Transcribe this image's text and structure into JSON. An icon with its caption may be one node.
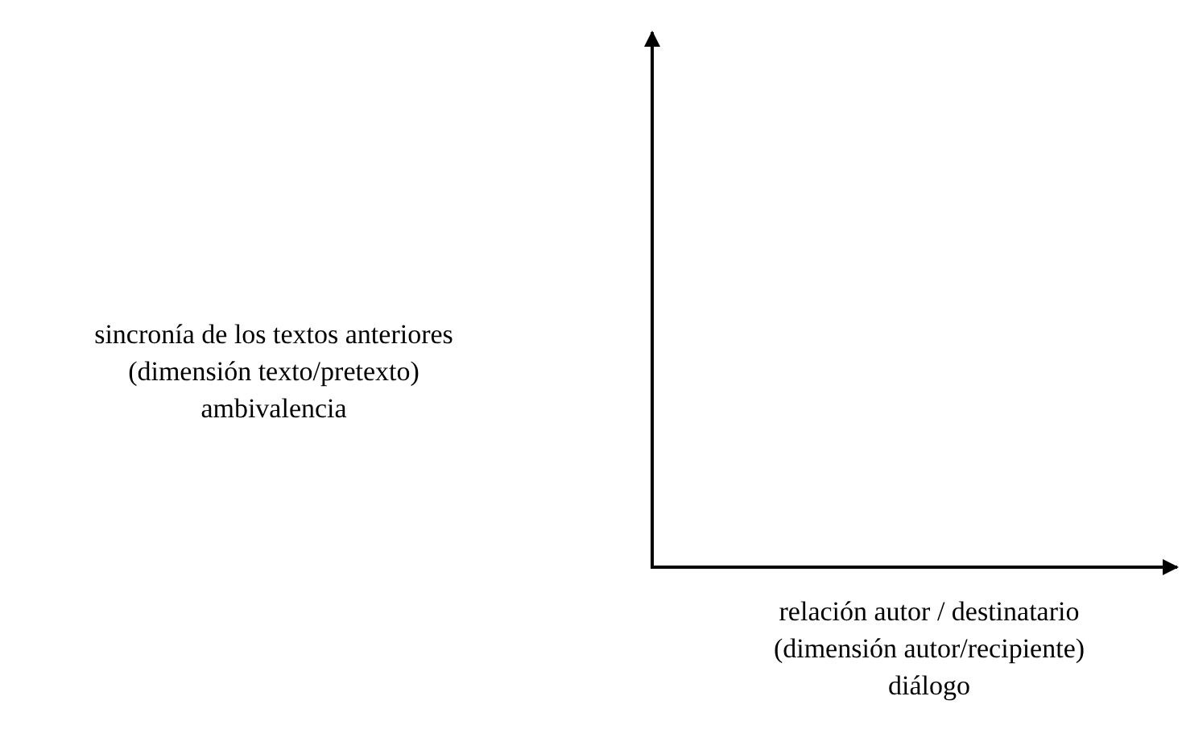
{
  "diagram": {
    "labels": [
      "sincronía de los textos anteriores",
      "(dimensión texto/pretexto)",
      "ambivalencia",
      "relación autor / destinatario",
      "(dimensión autor/recipiente)",
      "diálogo"
    ]
  }
}
